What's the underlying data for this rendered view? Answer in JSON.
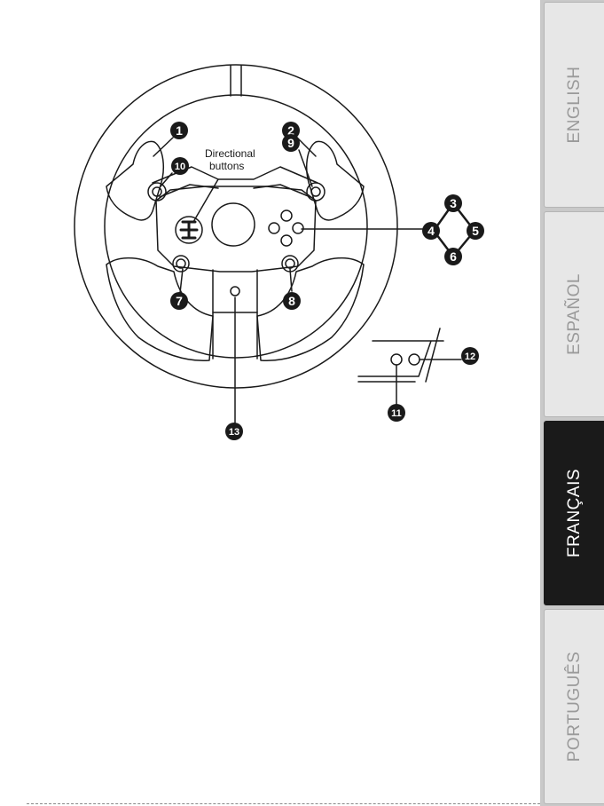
{
  "diagram": {
    "annotation_text_1": "Directional",
    "annotation_text_2": "buttons",
    "callouts": [
      "1",
      "2",
      "3",
      "4",
      "5",
      "6",
      "7",
      "8",
      "9",
      "10",
      "11",
      "12",
      "13"
    ]
  },
  "language_tabs": [
    {
      "label": "ENGLISH",
      "active": false
    },
    {
      "label": "ESPAÑOL",
      "active": false
    },
    {
      "label": "FRANÇAIS",
      "active": true
    },
    {
      "label": "PORTUGUÊS",
      "active": false
    }
  ]
}
